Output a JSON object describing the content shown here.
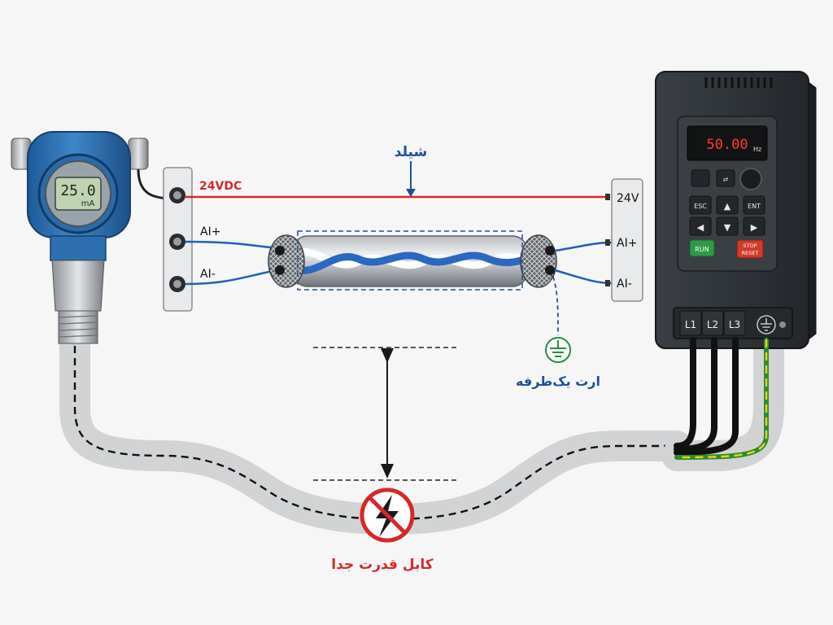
{
  "transmitter": {
    "display_value": "25.0",
    "display_unit": "mA"
  },
  "terminal_left": {
    "labels": [
      "24VDC",
      "AI+",
      "AI-"
    ]
  },
  "terminal_right": {
    "labels": [
      "24V",
      "AI+",
      "AI-"
    ]
  },
  "annotations": {
    "shield": "شیلد",
    "single_end_ground": "ارت یک‌طرفه",
    "separate_power_cable": "کابل قدرت جدا"
  },
  "vfd": {
    "display_value": "50.00",
    "display_unit": "Hz",
    "buttons": {
      "esc": "ESC",
      "ent": "ENT",
      "run": "RUN",
      "stop_line1": "STOP",
      "stop_line2": "RESET"
    },
    "power_terminals": [
      "L1",
      "L2",
      "L3"
    ]
  },
  "colors": {
    "supply_wire": "#d62828",
    "signal_wire": "#1f5fb8",
    "shield_annotation": "#1f4f9a",
    "ground_symbol": "#1f8f3a",
    "warning_red": "#d62828",
    "vfd_body": "#2b2f33",
    "transmitter_body": "#2e6fb0"
  }
}
